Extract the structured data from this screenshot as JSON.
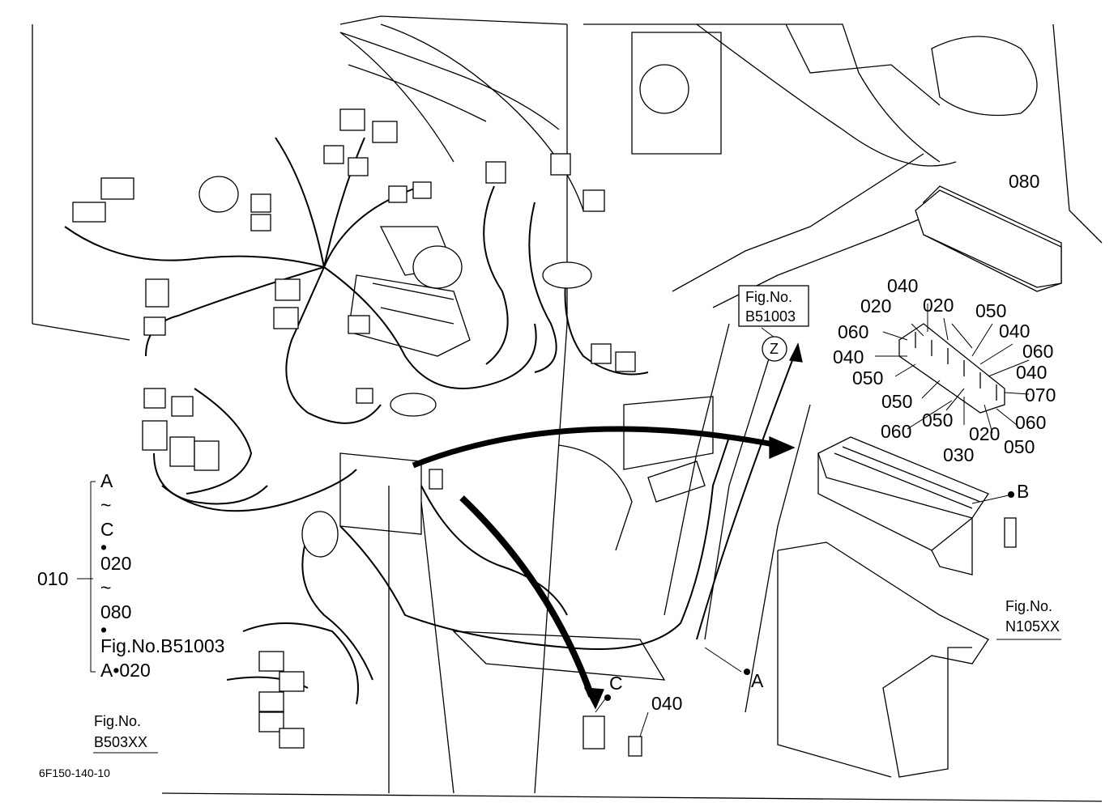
{
  "labels": {
    "p080": "080",
    "p040a": "040",
    "p020a": "020",
    "p020b": "020",
    "p050a": "050",
    "p060a": "060",
    "p040b": "040",
    "p040c": "040",
    "p060b": "060",
    "p050b": "050",
    "p040d": "040",
    "p070": "070",
    "p050c": "050",
    "p060c": "060",
    "p050d": "050",
    "p020c": "020",
    "p060d": "060",
    "p030": "030",
    "p050e": "050",
    "b": "B",
    "a": "A",
    "c": "C",
    "p040e": "040",
    "p010": "010",
    "fig_z_line1": "Fig.No.",
    "fig_z_line2": "B51003",
    "z": "Z",
    "fig_n_line1": "Fig.No.",
    "fig_n_line2": "N105XX",
    "fig_b_line1": "Fig.No.",
    "fig_b_line2": "B503XX",
    "footer_code": "6F150-140-10"
  },
  "range_stack": [
    "A",
    "~",
    "C",
    "•",
    "020",
    "~",
    "080",
    "•",
    "Fig.No.B51003",
    "A•020"
  ]
}
